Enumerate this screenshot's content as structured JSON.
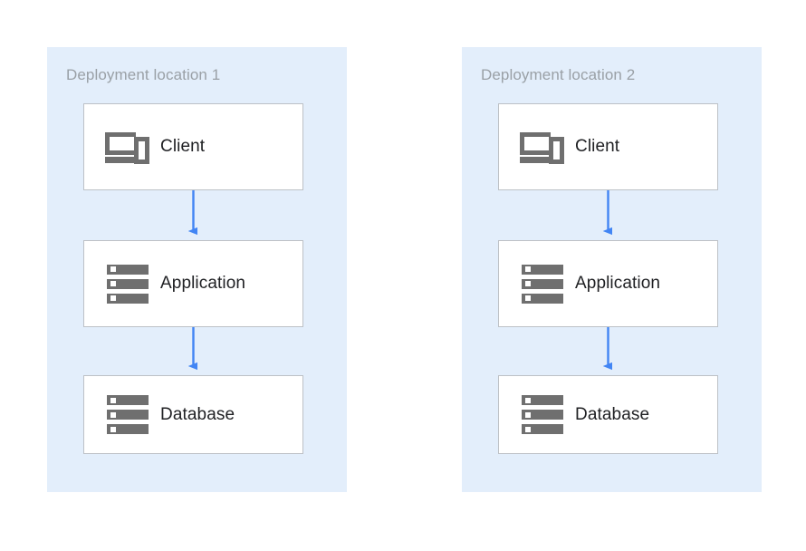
{
  "diagram": {
    "title_text": "",
    "accent_color": "#4285f4",
    "panel_background": "#e3eefb",
    "node_background": "#ffffff",
    "node_border_color": "#bdc1c6",
    "icon_color": "#6f6f6f",
    "title_color": "#9aa0a6",
    "label_color": "#202124",
    "panels": [
      {
        "title": "Deployment location 1",
        "nodes": [
          {
            "label": "Client",
            "icon": "client-devices-icon"
          },
          {
            "label": "Application",
            "icon": "server-icon"
          },
          {
            "label": "Database",
            "icon": "server-icon"
          }
        ],
        "connectors": [
          {
            "from": "Client",
            "to": "Application",
            "direction": "down"
          },
          {
            "from": "Application",
            "to": "Database",
            "direction": "down"
          }
        ]
      },
      {
        "title": "Deployment location 2",
        "nodes": [
          {
            "label": "Client",
            "icon": "client-devices-icon"
          },
          {
            "label": "Application",
            "icon": "server-icon"
          },
          {
            "label": "Database",
            "icon": "server-icon"
          }
        ],
        "connectors": [
          {
            "from": "Client",
            "to": "Application",
            "direction": "down"
          },
          {
            "from": "Application",
            "to": "Database",
            "direction": "down"
          }
        ]
      }
    ]
  }
}
